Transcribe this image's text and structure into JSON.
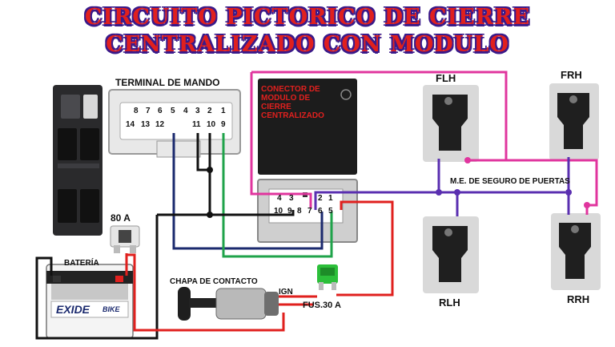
{
  "title": {
    "line1": "CIRCUITO PICTORICO DE CIERRE",
    "line2": "CENTRALIZADO CON MODULO"
  },
  "labels": {
    "terminal": "TERMINAL DE MANDO",
    "module": "CONECTOR DE MODULO DE CIERRE CENTRALIZADO",
    "motor_label": "M.E. DE SEGURO DE PUERTAS",
    "flh": "FLH",
    "frh": "FRH",
    "rlh": "RLH",
    "rrh": "RRH",
    "fuse80": "80 A",
    "battery": "BATERÍA",
    "battery_brand": "EXIDE",
    "battery_brand_sub": "BIKE",
    "ignition": "CHAPA DE CONTACTO",
    "ign": "IGN",
    "fuse30": "FUS.30 A"
  },
  "terminal_pins": {
    "top": [
      "8",
      "7",
      "6",
      "5",
      "4",
      "3",
      "2",
      "1"
    ],
    "bottom": [
      "14",
      "13",
      "12",
      "11",
      "10",
      "9"
    ]
  },
  "module_pins": {
    "top": [
      "4",
      "3",
      "2",
      "1"
    ],
    "bottom": [
      "10",
      "9",
      "8",
      "7",
      "6",
      "5"
    ]
  },
  "colors": {
    "title_red": "#e0201e",
    "title_outline": "#3a1a8a",
    "wire_black": "#111111",
    "wire_navy": "#1b2a6e",
    "wire_green": "#1fa34a",
    "wire_red": "#e0201e",
    "wire_magenta": "#e0359e",
    "wire_purple": "#5a2fb0"
  }
}
